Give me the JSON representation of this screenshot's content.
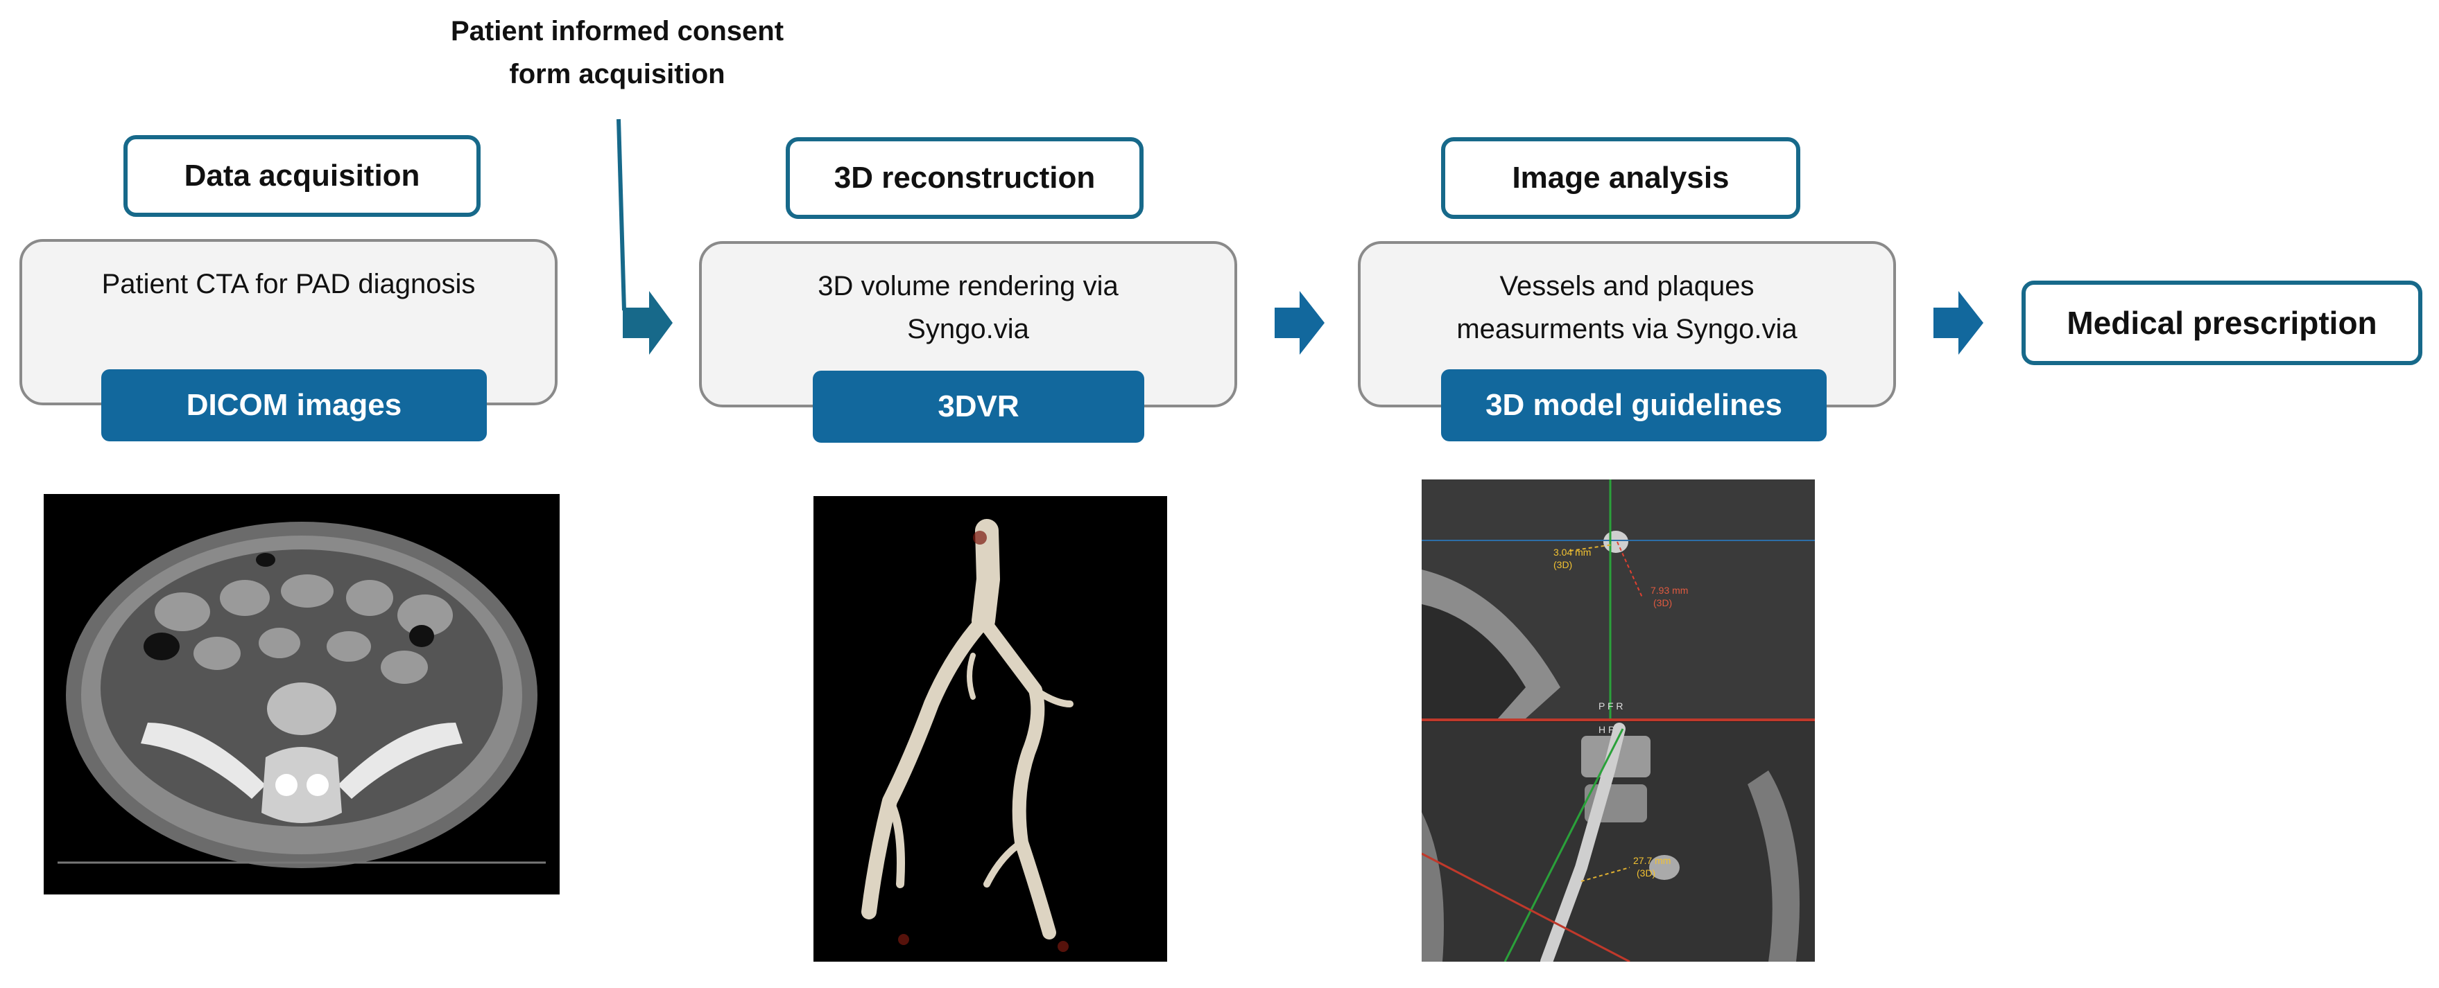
{
  "consent": {
    "line1": "Patient informed consent",
    "line2": "form acquisition"
  },
  "steps": [
    {
      "title": "Data acquisition",
      "description_lines": [
        "Patient CTA for PAD diagnosis"
      ],
      "output": "DICOM images"
    },
    {
      "title": "3D reconstruction",
      "description_lines": [
        "3D volume rendering via",
        "Syngo.via"
      ],
      "output": "3DVR"
    },
    {
      "title": "Image analysis",
      "description_lines": [
        "Vessels and plaques",
        "measurments via Syngo.via"
      ],
      "output": "3D model guidelines"
    }
  ],
  "final": {
    "title": "Medical prescription"
  },
  "images": {
    "ct_scan": {
      "depicts": "axial CT slice of pelvis"
    },
    "volume_rendering": {
      "depicts": "3D volume rendering of aorto-iliac and femoral arteries"
    },
    "analysis": {
      "depicts": "MPR views with vessel measurements",
      "labels": {
        "m1": "3.04 mm",
        "m1_sub": "(3D)",
        "m2": "7.93 mm",
        "m2_sub": "(3D)",
        "m3": "27.7 mm",
        "m3_sub": "(3D)",
        "upper_tag": "P F R",
        "lower_tag": "H P R"
      }
    }
  },
  "colors": {
    "accent": "#12689d",
    "border": "#17698a",
    "panel_bg": "#f3f3f3",
    "panel_border": "#8a8a8a"
  }
}
